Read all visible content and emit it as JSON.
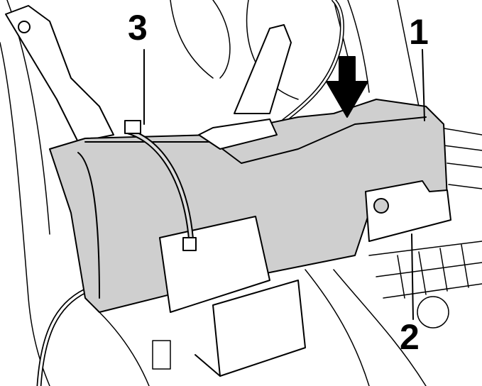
{
  "callouts": {
    "one": "1",
    "two": "2",
    "three": "3"
  },
  "colors": {
    "module_fill": "#cfcfcf",
    "line": "#000000",
    "bracket_fill": "#ffffff"
  }
}
